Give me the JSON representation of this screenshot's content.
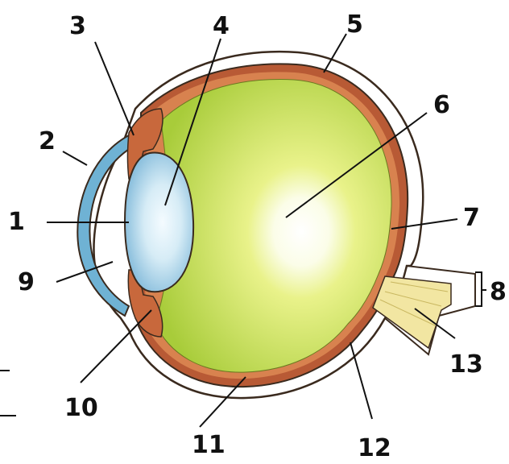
{
  "diagram": {
    "labels": {
      "n1": "1",
      "n2": "2",
      "n3": "3",
      "n4": "4",
      "n5": "5",
      "n6": "6",
      "n7": "7",
      "n8": "8",
      "n9": "9",
      "n10": "10",
      "n11": "11",
      "n12": "12",
      "n13": "13"
    },
    "colors": {
      "sclera": "#ffffff",
      "outline": "#3a2a1e",
      "choroid": "#b85a35",
      "retina_inner": "#d8824f",
      "vitreous_outer": "#a8cc3a",
      "vitreous_inner": "#e9f28a",
      "lens_outer": "#7fb8d9",
      "lens_inner": "#d6ecf6",
      "cornea": "#6fb2d4",
      "optic_nerve": "#f2e6a2",
      "iris": "#c8683c"
    }
  }
}
